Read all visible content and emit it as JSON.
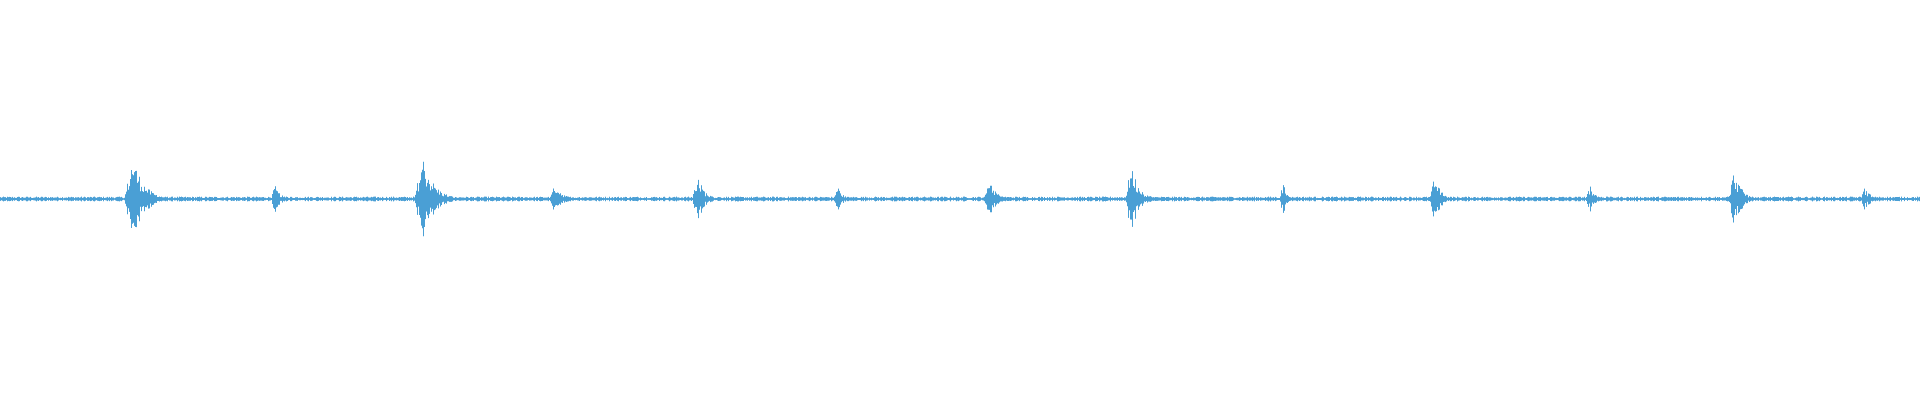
{
  "waveform": {
    "color": "#4a9fd5",
    "background": "#ffffff",
    "baseline_amplitude": 0.004,
    "bursts": [
      {
        "position": 0.069,
        "peak": 0.11,
        "duration": 0.018
      },
      {
        "position": 0.143,
        "peak": 0.035,
        "duration": 0.009
      },
      {
        "position": 0.22,
        "peak": 0.11,
        "duration": 0.018
      },
      {
        "position": 0.289,
        "peak": 0.04,
        "duration": 0.012
      },
      {
        "position": 0.363,
        "peak": 0.065,
        "duration": 0.011
      },
      {
        "position": 0.436,
        "peak": 0.035,
        "duration": 0.008
      },
      {
        "position": 0.515,
        "peak": 0.06,
        "duration": 0.01
      },
      {
        "position": 0.589,
        "peak": 0.09,
        "duration": 0.013
      },
      {
        "position": 0.668,
        "peak": 0.04,
        "duration": 0.008
      },
      {
        "position": 0.747,
        "peak": 0.06,
        "duration": 0.01
      },
      {
        "position": 0.828,
        "peak": 0.035,
        "duration": 0.01
      },
      {
        "position": 0.903,
        "peak": 0.075,
        "duration": 0.012
      },
      {
        "position": 0.971,
        "peak": 0.03,
        "duration": 0.01
      }
    ]
  }
}
